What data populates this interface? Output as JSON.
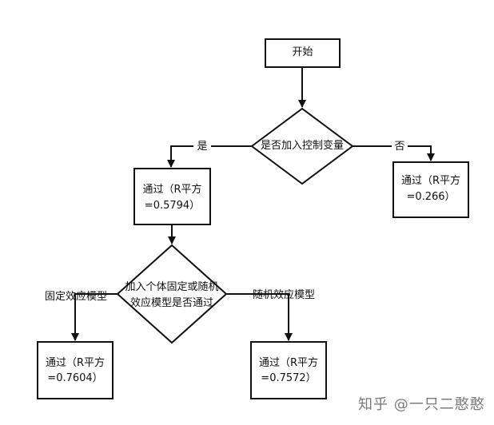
{
  "nodes": {
    "start": "开始",
    "decision_control": "是否加入控制变量",
    "result_no_control": [
      "通过（R平方",
      "=0.266）"
    ],
    "result_control": [
      "通过（R平方",
      "=0.5794）"
    ],
    "decision_effect": [
      "加入个体固定或随机",
      "效应模型是否通过"
    ],
    "result_fixed": [
      "通过（R平方",
      "=0.7604）"
    ],
    "result_random": [
      "通过（R平方",
      "=0.7572）"
    ]
  },
  "edges": {
    "yes": "是",
    "no": "否",
    "fixed": "固定效应模型",
    "random": "随机效应模型"
  },
  "watermark": "知乎 @一只二憨憨"
}
